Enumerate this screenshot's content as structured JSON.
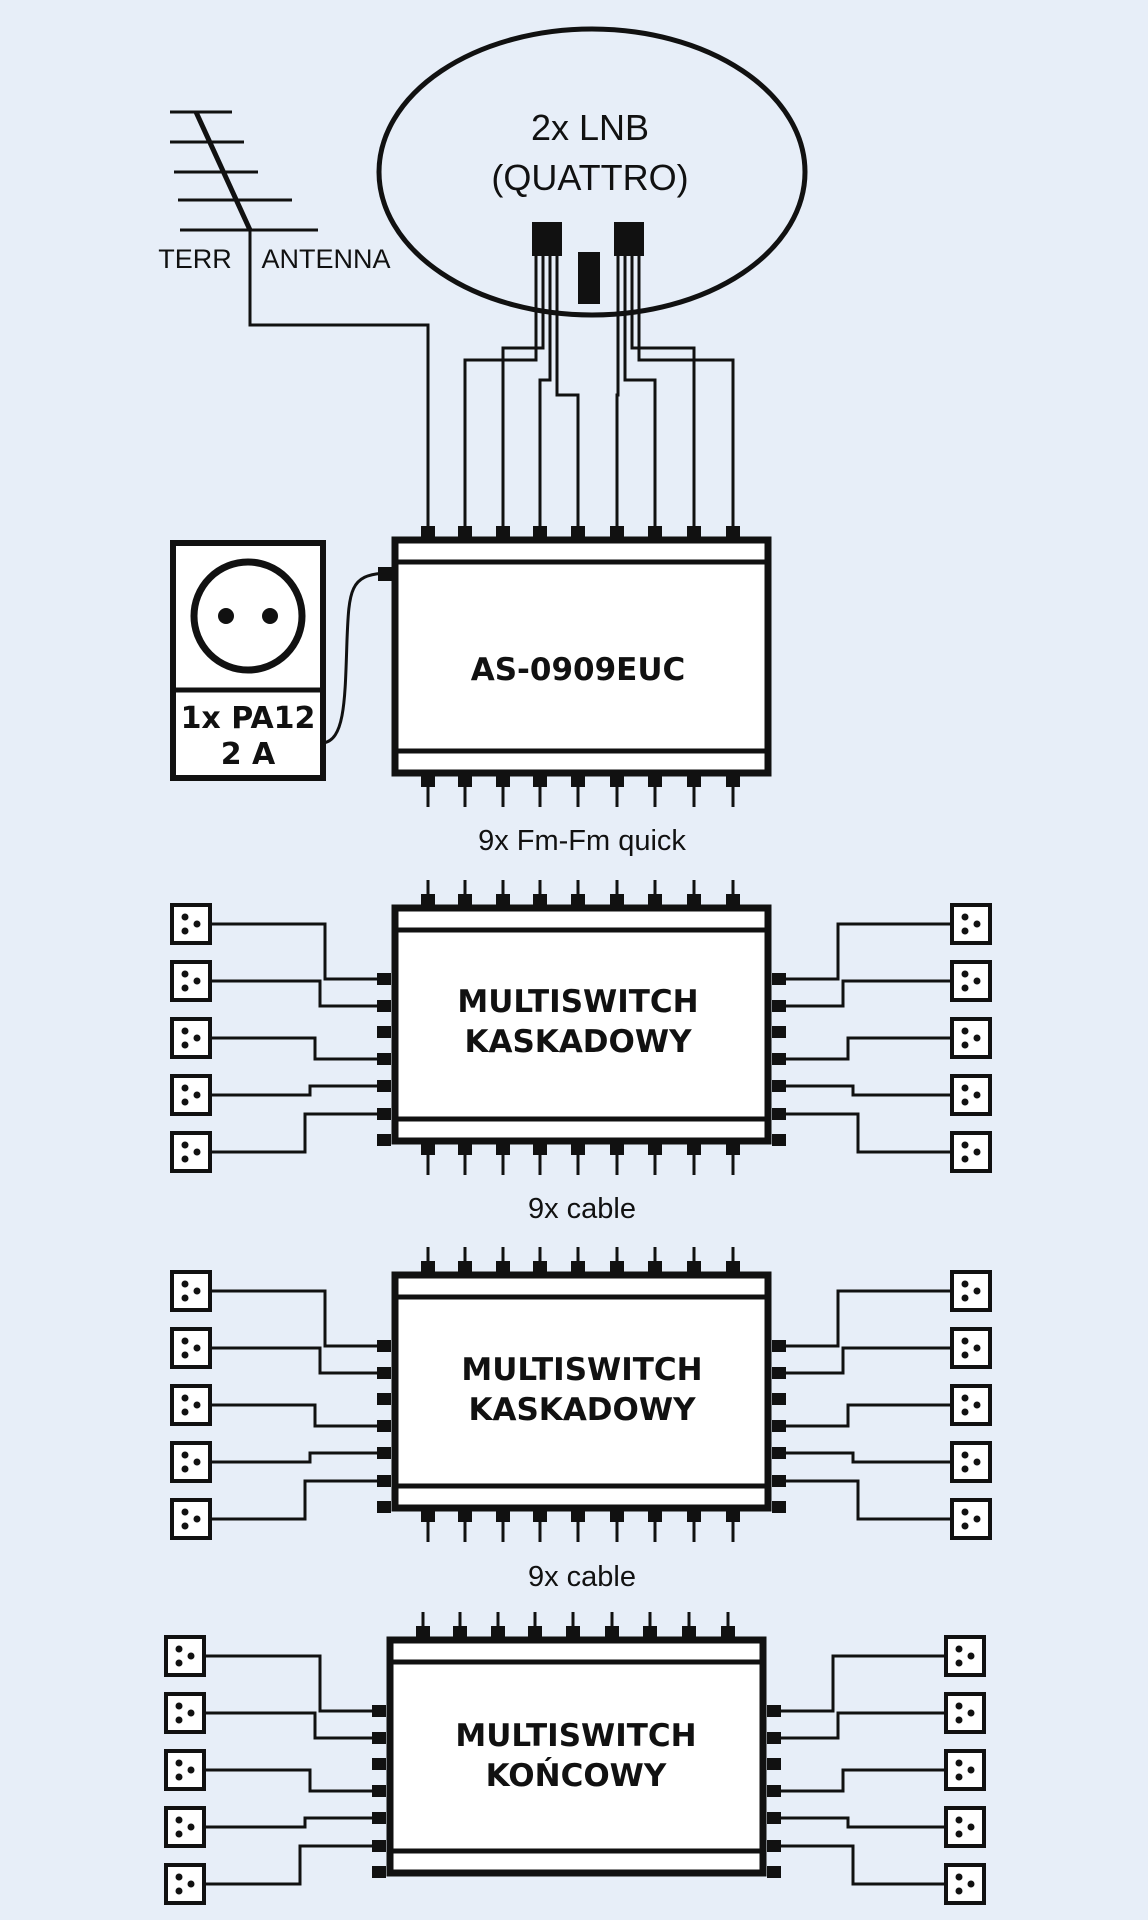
{
  "lnb": {
    "line1": "2x LNB",
    "line2": "(QUATTRO)"
  },
  "antenna": {
    "left": "TERR",
    "right": "ANTENNA"
  },
  "power": {
    "line1": "1x PA12",
    "line2": "2 A"
  },
  "headend": {
    "label": "AS-0909EUC"
  },
  "link1": {
    "label": "9x Fm-Fm quick"
  },
  "switch1": {
    "line1": "MULTISWITCH",
    "line2": "KASKADOWY"
  },
  "link2": {
    "label": "9x cable"
  },
  "switch2": {
    "line1": "MULTISWITCH",
    "line2": "KASKADOWY"
  },
  "link3": {
    "label": "9x cable"
  },
  "switch3": {
    "line1": "MULTISWITCH",
    "line2": "KOŃCOWY"
  },
  "outlets_per_side": 5,
  "inputs_per_switch": 9,
  "colors": {
    "background": "#e7eef8",
    "line": "#111111",
    "box": "#ffffff"
  }
}
